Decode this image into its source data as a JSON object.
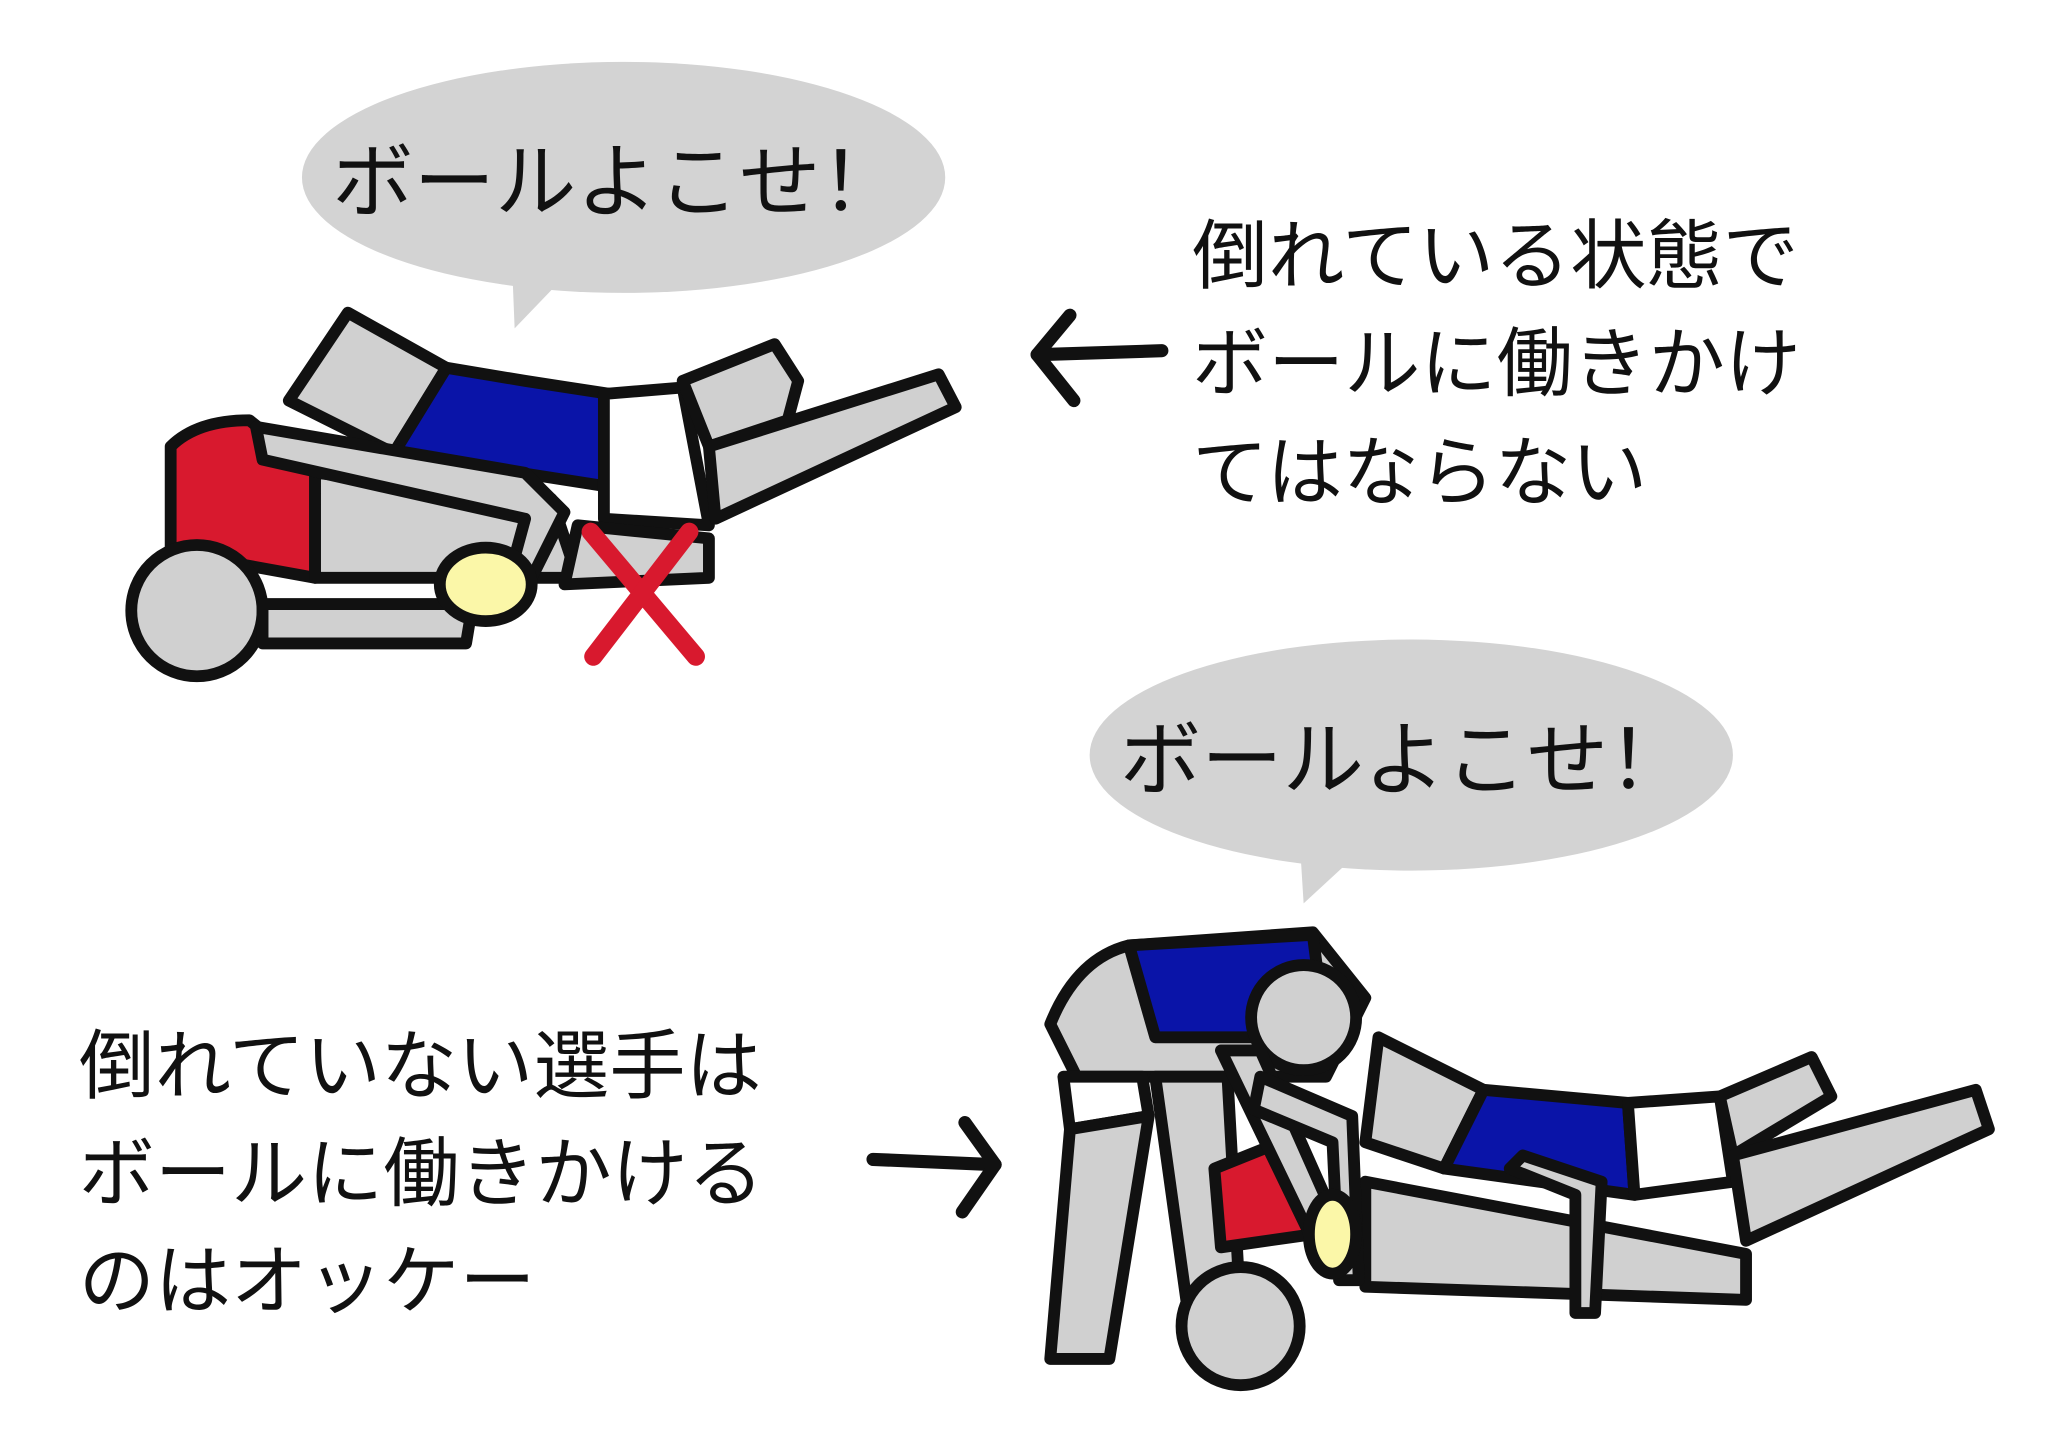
{
  "scene_illegal": {
    "speech": "ボールよこせ！",
    "caption_lines": [
      "倒れている状態で",
      "ボールに働きかけ",
      "てはならない"
    ]
  },
  "scene_legal": {
    "speech": "ボールよこせ！",
    "caption_lines": [
      "倒れていない選手は",
      "ボールに働きかける",
      "のはオッケー"
    ]
  },
  "colors": {
    "bubble": "#d3d3d3",
    "limb": "#d0d0d0",
    "red_team": "#d8192e",
    "blue_team": "#0a14a8",
    "ball": "#fbf7a8",
    "cross": "#d8192e"
  }
}
